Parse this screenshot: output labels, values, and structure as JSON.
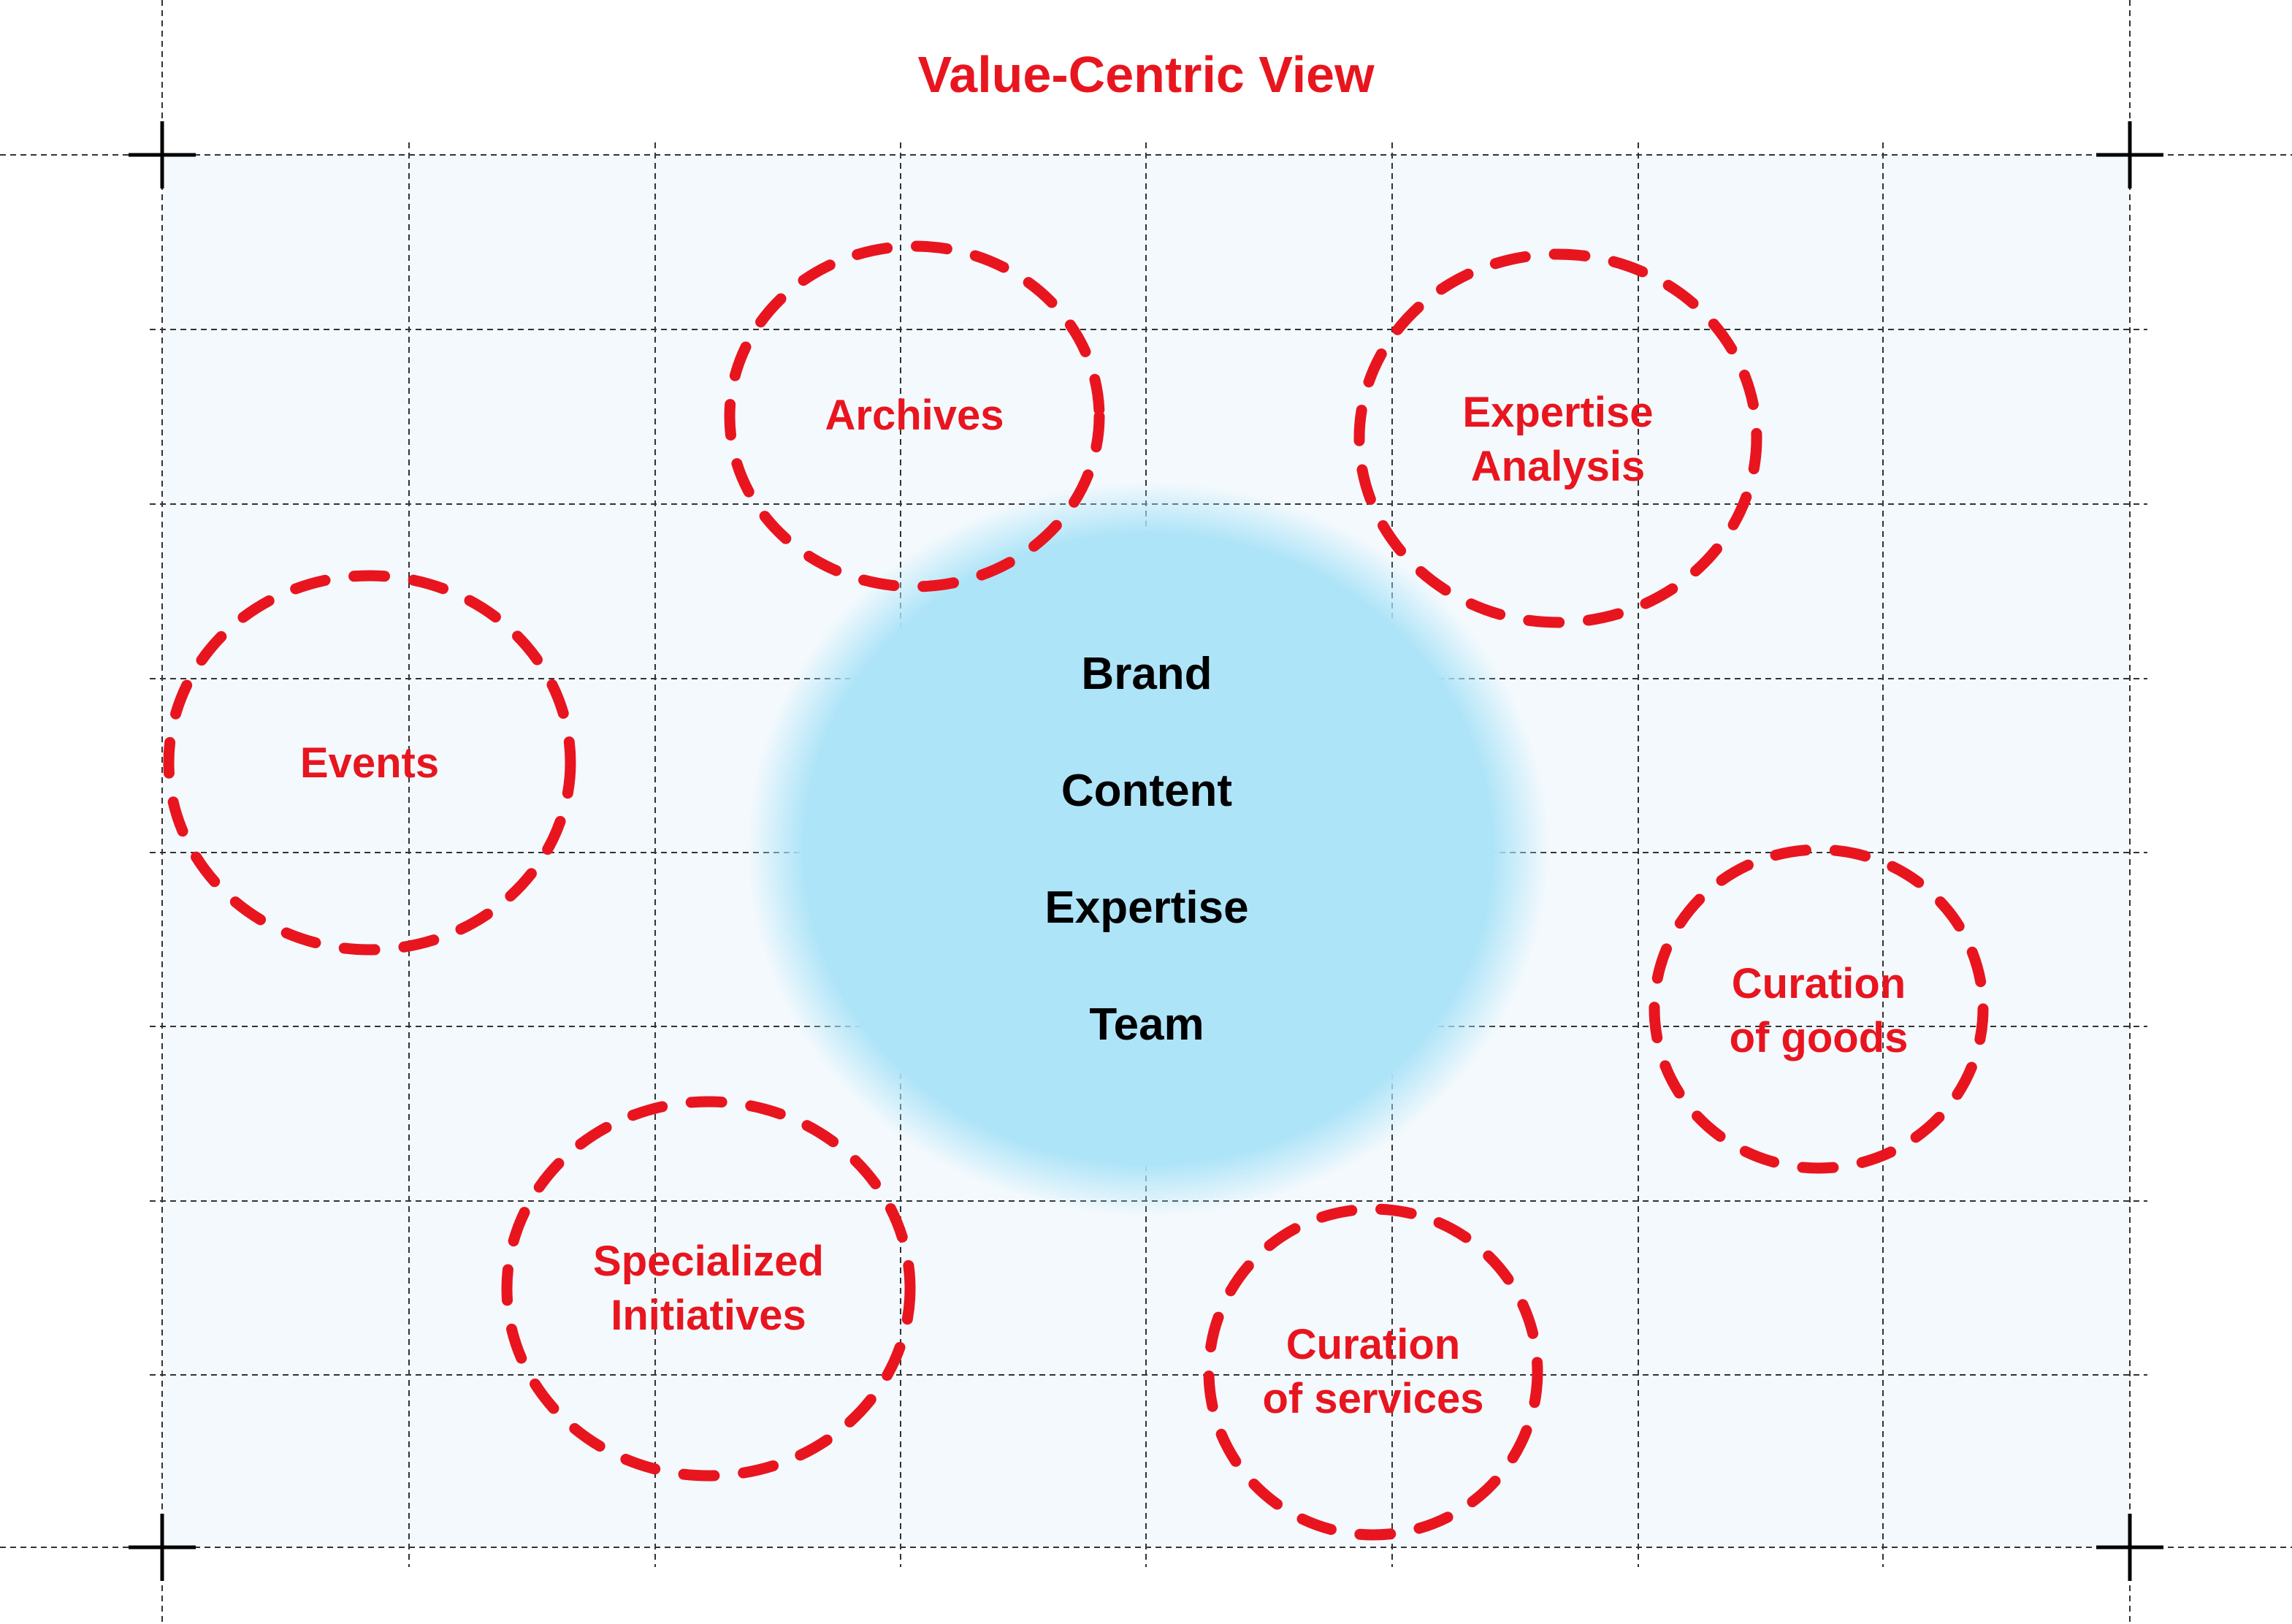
{
  "title": "Value-Centric View",
  "colors": {
    "accent": "#e8151f",
    "core_fill": "#aee4f8",
    "canvas_fill": "#f3f9fd",
    "grid_line": "#333333"
  },
  "core": {
    "items": [
      "Brand",
      "Content",
      "Expertise",
      "Team"
    ]
  },
  "bubbles": [
    {
      "label": "Archives"
    },
    {
      "label": "Expertise\nAnalysis"
    },
    {
      "label": "Events"
    },
    {
      "label": "Curation\nof goods"
    },
    {
      "label": "Specialized\nInitiatives"
    },
    {
      "label": "Curation\nof services"
    }
  ]
}
